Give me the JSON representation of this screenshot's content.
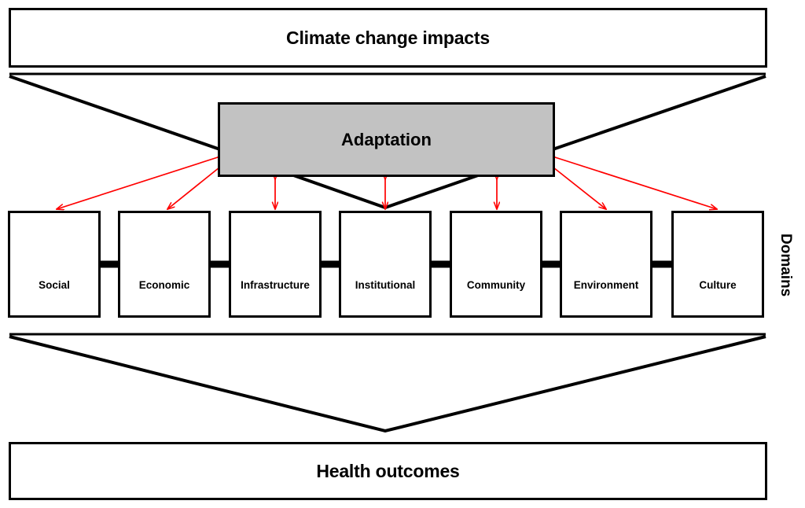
{
  "diagram": {
    "title_box": {
      "label": "Climate change impacts"
    },
    "outcome_box": {
      "label": "Health outcomes"
    },
    "adaptation_box": {
      "label": "Adaptation",
      "fill_color": "#c2c2c2"
    },
    "axis_label": {
      "label": "Domains"
    },
    "domains": [
      {
        "label": "Social"
      },
      {
        "label": "Economic"
      },
      {
        "label": "Infrastructure"
      },
      {
        "label": "Institutional"
      },
      {
        "label": "Community"
      },
      {
        "label": "Environment"
      },
      {
        "label": "Culture"
      }
    ],
    "colors": {
      "stroke": "#000000",
      "adaptation_fill": "#c2c2c2",
      "link_arrow": "#ff0000",
      "domain_arrow": "#000000",
      "background": "#ffffff"
    },
    "connectors": {
      "top_funnel": "climate-change-impacts funnels down into adaptation",
      "bottom_funnel": "domains funnel down into health outcomes",
      "adaptation_to_domains": "red double-headed arrows between adaptation and each domain",
      "domain_to_domain": "black double-headed arrows between adjacent domains"
    }
  }
}
